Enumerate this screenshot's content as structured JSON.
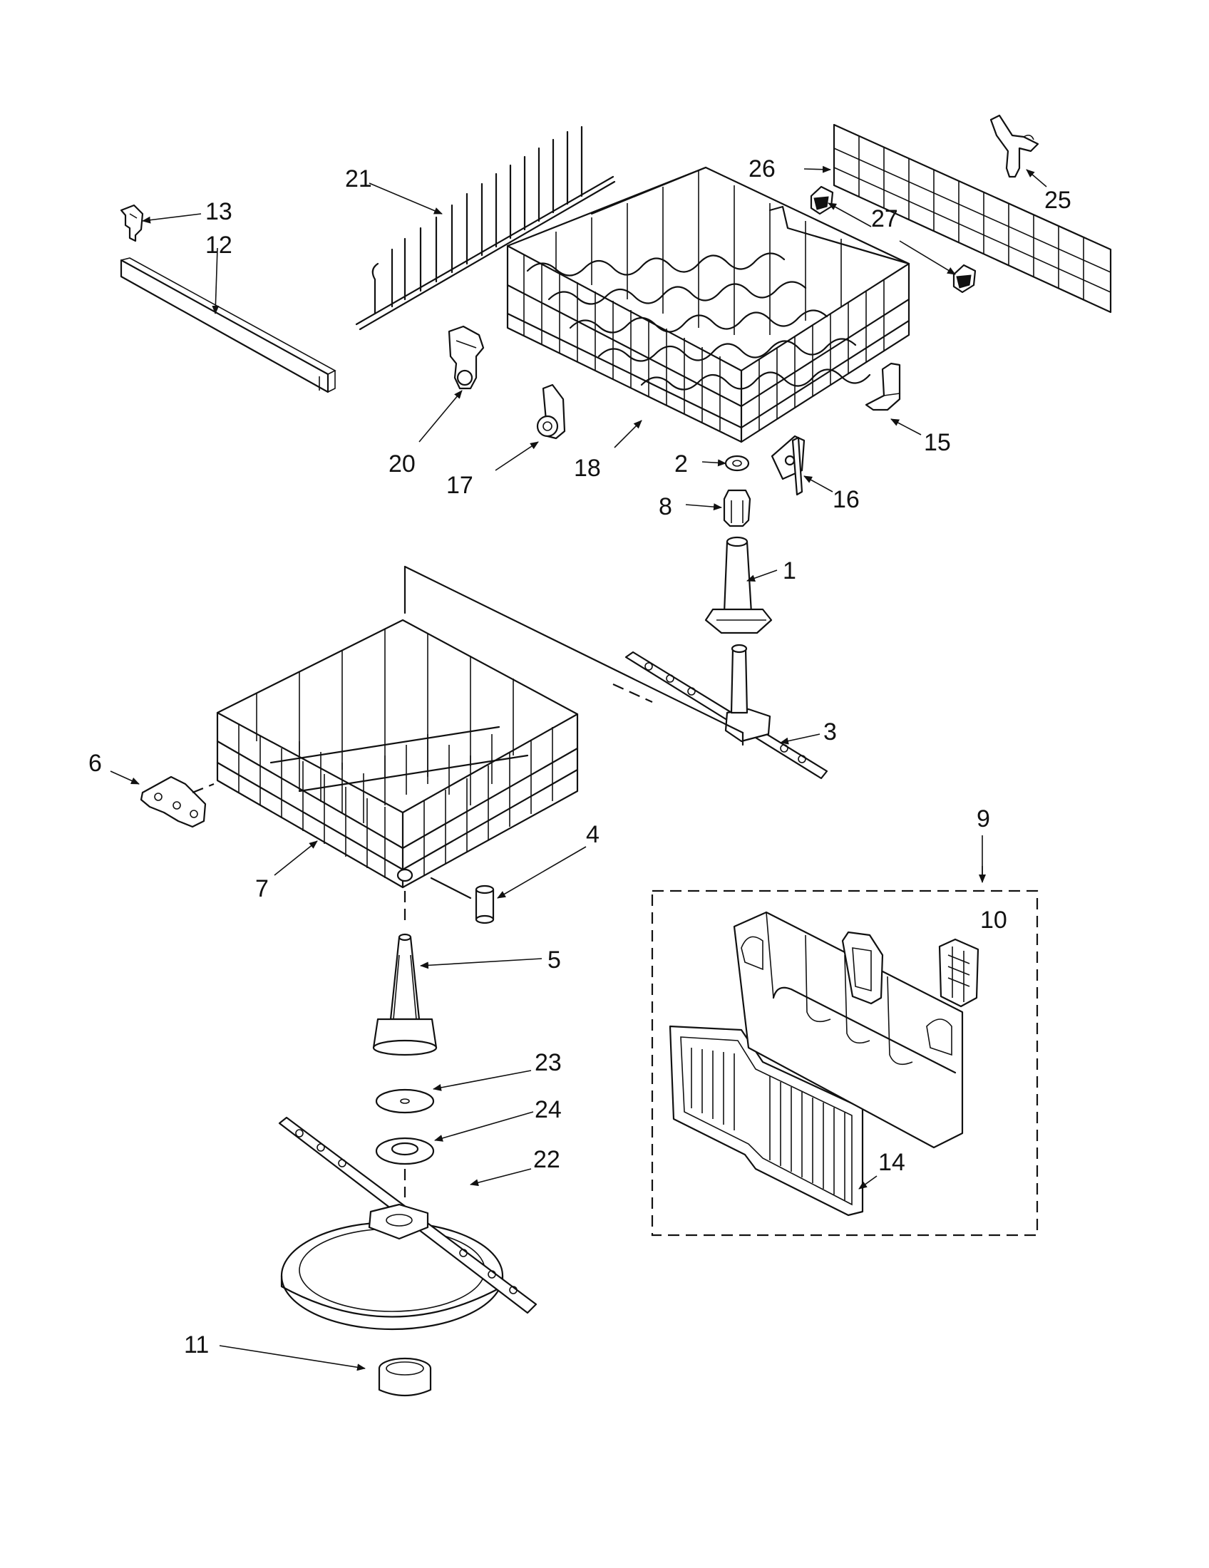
{
  "callouts": [
    {
      "id": "c1",
      "label": "1"
    },
    {
      "id": "c2",
      "label": "2"
    },
    {
      "id": "c3",
      "label": "3"
    },
    {
      "id": "c4",
      "label": "4"
    },
    {
      "id": "c5",
      "label": "5"
    },
    {
      "id": "c6",
      "label": "6"
    },
    {
      "id": "c7",
      "label": "7"
    },
    {
      "id": "c8",
      "label": "8"
    },
    {
      "id": "c9",
      "label": "9"
    },
    {
      "id": "c10",
      "label": "10"
    },
    {
      "id": "c11",
      "label": "11"
    },
    {
      "id": "c12",
      "label": "12"
    },
    {
      "id": "c13",
      "label": "13"
    },
    {
      "id": "c14",
      "label": "14"
    },
    {
      "id": "c15",
      "label": "15"
    },
    {
      "id": "c16",
      "label": "16"
    },
    {
      "id": "c17",
      "label": "17"
    },
    {
      "id": "c18",
      "label": "18"
    },
    {
      "id": "c20",
      "label": "20"
    },
    {
      "id": "c21",
      "label": "21"
    },
    {
      "id": "c22",
      "label": "22"
    },
    {
      "id": "c23",
      "label": "23"
    },
    {
      "id": "c24",
      "label": "24"
    },
    {
      "id": "c25",
      "label": "25"
    },
    {
      "id": "c26",
      "label": "26"
    },
    {
      "id": "c27",
      "label": "27"
    }
  ]
}
